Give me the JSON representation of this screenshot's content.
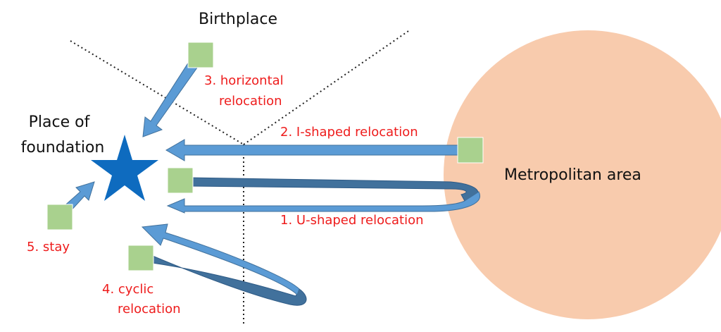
{
  "labels": {
    "birthplace": "Birthplace",
    "place_of_foundation_line1": "Place of",
    "place_of_foundation_line2": "foundation",
    "metropolitan_area": "Metropolitan area",
    "horizontal_line1": "3. horizontal",
    "horizontal_line2": "relocation",
    "i_shaped": "2. I-shaped relocation",
    "u_shaped": "1. U-shaped relocation",
    "stay": "5. stay",
    "cyclic_line1": "4. cyclic",
    "cyclic_line2": "relocation"
  },
  "colors": {
    "metro_fill": "#f8cbad",
    "square_fill": "#a9d18e",
    "arrow_fill": "#5b9bd5",
    "arrow_dark": "#41719c",
    "star_fill": "#0e6bbf",
    "label_red": "#ee1c1c",
    "dotted_line": "#222222"
  },
  "icons": {
    "star": "star-icon"
  }
}
